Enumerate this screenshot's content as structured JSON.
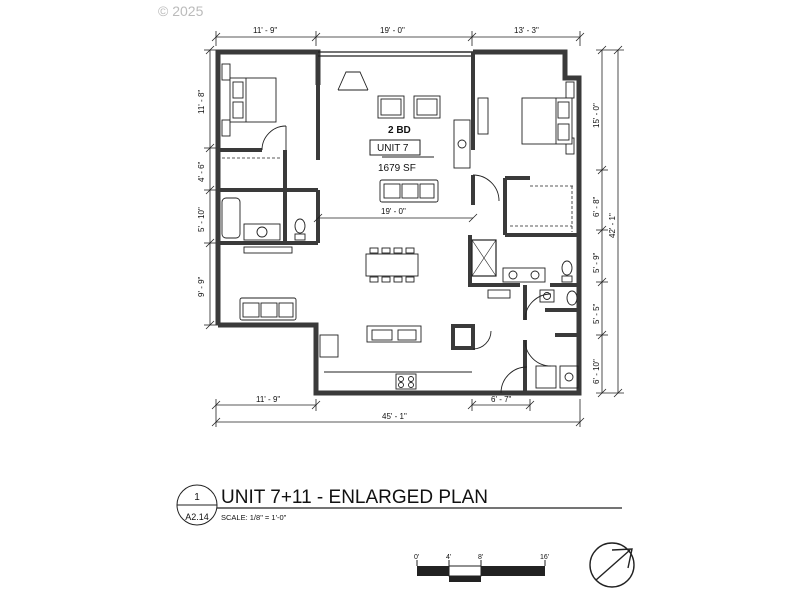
{
  "copyright": "© 2025",
  "unit": {
    "bed": "2 BD",
    "name": "UNIT 7",
    "area": "1679 SF"
  },
  "dims_top": [
    "11' - 9\"",
    "19' - 0\"",
    "13' - 3\""
  ],
  "dims_left": [
    "11' - 8\"",
    "4' - 6\"",
    "5' - 10\"",
    "9' - 9\""
  ],
  "dims_right": [
    "15' - 0\"",
    "6' - 8\"",
    "5' - 9\"",
    "5' - 5\"",
    "6' - 10\""
  ],
  "dim_total_right": "42' - 1\"",
  "dim_living_width": "19' - 0\"",
  "dims_bottom": {
    "left": "11' - 9\"",
    "entry": "6' - 7\"",
    "total": "45' - 1\""
  },
  "title": {
    "detail_number": "1",
    "sheet": "A2.14",
    "text": "UNIT 7+11 - ENLARGED PLAN",
    "scale": "SCALE: 1/8\" = 1'-0\""
  },
  "scale_bar": {
    "labels": [
      "0'",
      "4'",
      "8'",
      "16'"
    ]
  },
  "colors": {
    "wall": "#3a3a3a",
    "line": "#222222",
    "bg": "#ffffff"
  }
}
